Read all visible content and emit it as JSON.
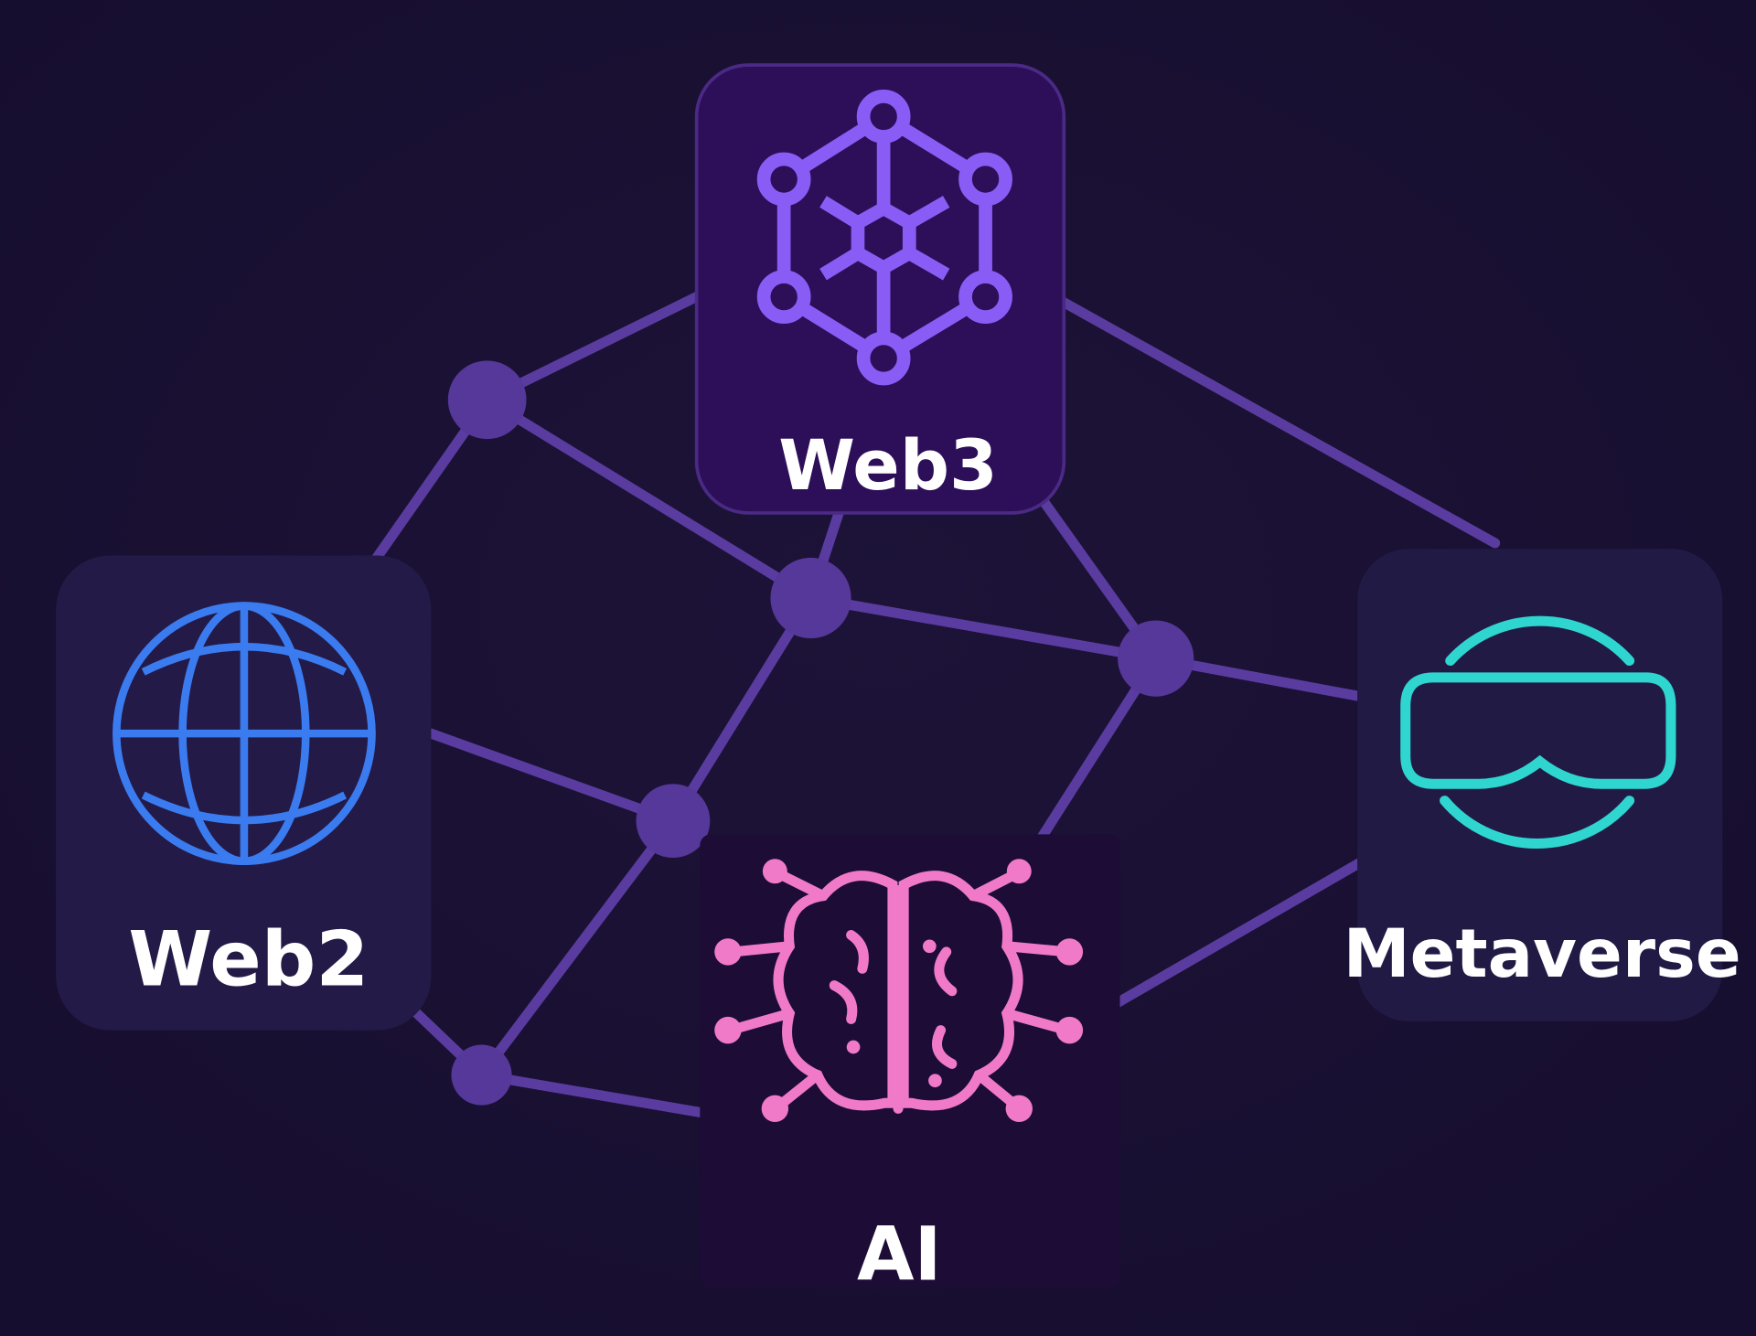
{
  "diagram": {
    "title_nodes": {
      "web3": {
        "label": "Web3",
        "icon": "network-hexagon-icon"
      },
      "web2": {
        "label": "Web2",
        "icon": "globe-icon"
      },
      "metaverse": {
        "label": "Metaverse",
        "icon": "vr-headset-icon"
      },
      "ai": {
        "label": "AI",
        "icon": "brain-circuit-icon"
      }
    },
    "colors": {
      "background": "#191033",
      "connector": "#5a3ca0",
      "web3_accent": "#8a5cf6",
      "web2_accent": "#3b7bf0",
      "metaverse_accent": "#2fd6d0",
      "ai_accent": "#f07ac8"
    }
  }
}
